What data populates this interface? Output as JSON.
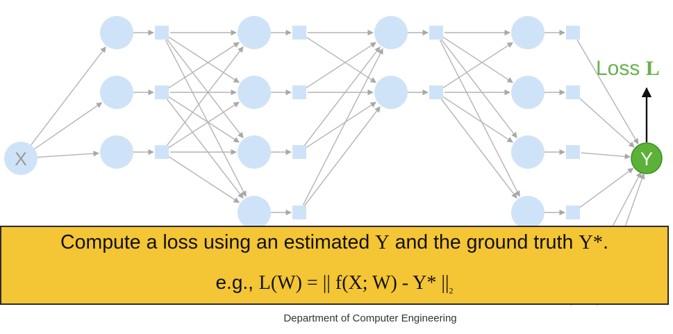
{
  "diagram": {
    "input_label": "X",
    "output_label": "Y",
    "loss_label_prefix": "Loss ",
    "loss_label_symbol": "L",
    "layers": [
      3,
      4,
      2,
      4
    ],
    "colors": {
      "neuron": "#cfe3f8",
      "activation": "#cfe3f8",
      "edge": "#b3b3b3",
      "output": "#5cb138",
      "output_stroke": "#3f8f25",
      "loss_text": "#6ab04c",
      "arrow": "#111111"
    }
  },
  "callout": {
    "line1_a": "Compute a loss using an estimated ",
    "line1_b": "Y",
    "line1_c": " and the ground truth ",
    "line1_d": "Y*",
    "line1_e": ".",
    "line2_a": "e.g., ",
    "line2_b": "L(W) = || f(X; W) - Y* ||",
    "line2_sub": "2",
    "colors": {
      "background": "#f4c534",
      "border": "#2a2a2a"
    }
  },
  "footer": {
    "text": "Department of Computer Engineering"
  }
}
